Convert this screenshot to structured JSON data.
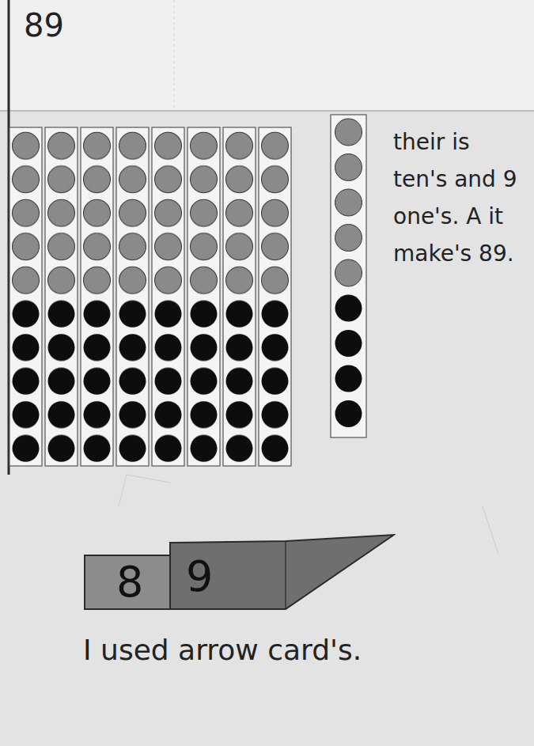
{
  "diagram": {
    "nodes": [
      {
        "text": [
          "8"
        ]
      },
      {
        "text": [
          "9"
        ]
      }
    ],
    "labels": [
      "89",
      "their is ten's and 9 one's. A it make's 89.",
      "I used arrow card's."
    ]
  }
}
